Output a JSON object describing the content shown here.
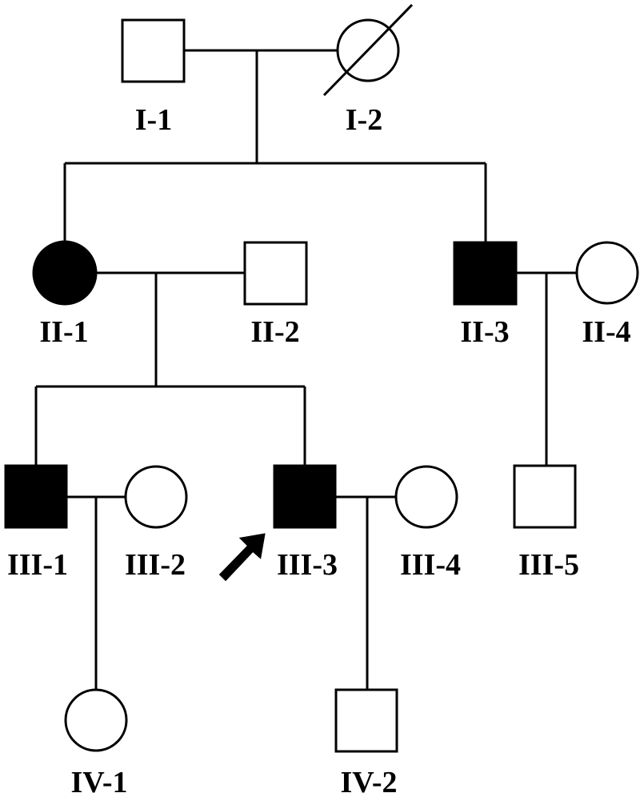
{
  "colors": {
    "affected": "#000000",
    "unaffected": "#ffffff",
    "line": "#000000"
  },
  "individuals": {
    "I-1": {
      "label": "I-1",
      "sex": "male",
      "affected": false,
      "deceased": false
    },
    "I-2": {
      "label": "I-2",
      "sex": "female",
      "affected": false,
      "deceased": true
    },
    "II-1": {
      "label": "II-1",
      "sex": "female",
      "affected": true,
      "deceased": false
    },
    "II-2": {
      "label": "II-2",
      "sex": "male",
      "affected": false,
      "deceased": false
    },
    "II-3": {
      "label": "II-3",
      "sex": "male",
      "affected": true,
      "deceased": false
    },
    "II-4": {
      "label": "II-4",
      "sex": "female",
      "affected": false,
      "deceased": false
    },
    "III-1": {
      "label": "III-1",
      "sex": "male",
      "affected": true,
      "deceased": false
    },
    "III-2": {
      "label": "III-2",
      "sex": "female",
      "affected": false,
      "deceased": false
    },
    "III-3": {
      "label": "III-3",
      "sex": "male",
      "affected": true,
      "deceased": false,
      "proband": true
    },
    "III-4": {
      "label": "III-4",
      "sex": "female",
      "affected": false,
      "deceased": false
    },
    "III-5": {
      "label": "III-5",
      "sex": "male",
      "affected": false,
      "deceased": false
    },
    "IV-1": {
      "label": "IV-1",
      "sex": "female",
      "affected": false,
      "deceased": false
    },
    "IV-2": {
      "label": "IV-2",
      "sex": "male",
      "affected": false,
      "deceased": false
    }
  },
  "couples": [
    {
      "partners": [
        "I-1",
        "I-2"
      ],
      "children": [
        "II-1",
        "II-3"
      ]
    },
    {
      "partners": [
        "II-1",
        "II-2"
      ],
      "children": [
        "III-1",
        "III-3"
      ]
    },
    {
      "partners": [
        "II-3",
        "II-4"
      ],
      "children": [
        "III-5"
      ]
    },
    {
      "partners": [
        "III-1",
        "III-2"
      ],
      "children": [
        "IV-1"
      ]
    },
    {
      "partners": [
        "III-3",
        "III-4"
      ],
      "children": [
        "IV-2"
      ]
    }
  ],
  "proband_marker": "arrow-icon"
}
